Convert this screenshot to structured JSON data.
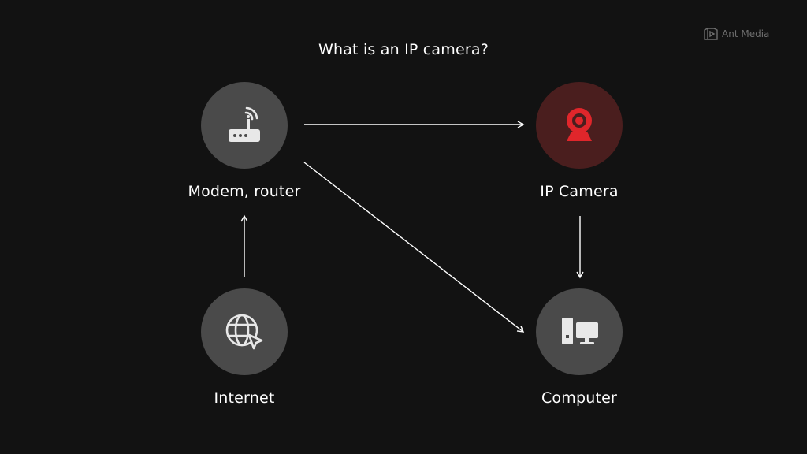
{
  "title": "What is an IP camera?",
  "brand": {
    "logo_icon": "ant-media-logo-icon",
    "name": "Ant Media"
  },
  "nodes": {
    "router": {
      "label": "Modem, router",
      "icon": "router-wifi-icon"
    },
    "camera": {
      "label": "IP Camera",
      "icon": "webcam-icon",
      "accent": "#e0262b"
    },
    "internet": {
      "label": "Internet",
      "icon": "globe-cursor-icon"
    },
    "computer": {
      "label": "Computer",
      "icon": "desktop-computer-icon"
    }
  },
  "edges": [
    {
      "from": "router",
      "to": "camera"
    },
    {
      "from": "router",
      "to": "computer"
    },
    {
      "from": "internet",
      "to": "router"
    },
    {
      "from": "camera",
      "to": "computer"
    }
  ],
  "colors": {
    "background": "#121212",
    "node_fill": "#4a4a4a",
    "camera_fill": "#4a1e1e",
    "accent": "#e0262b",
    "text": "#ffffff"
  }
}
